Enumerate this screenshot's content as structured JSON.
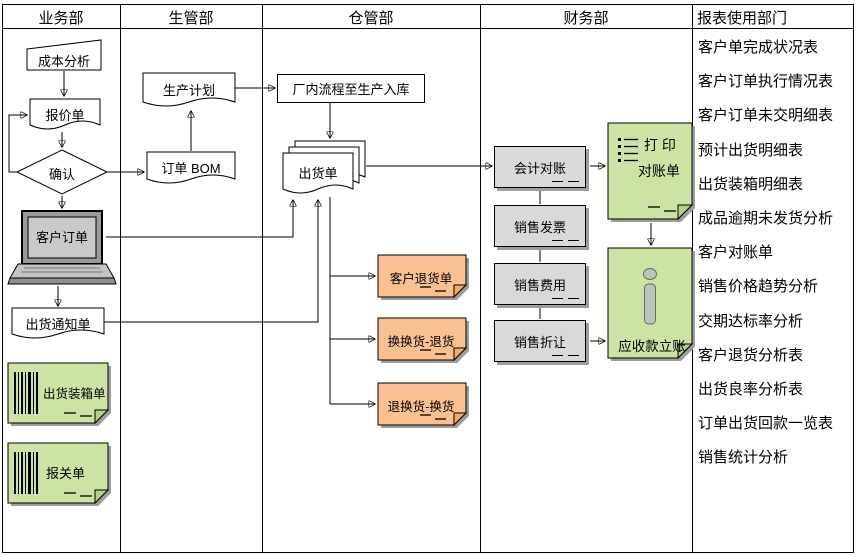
{
  "lanes": [
    {
      "title": "业务部"
    },
    {
      "title": "生管部"
    },
    {
      "title": "仓管部"
    },
    {
      "title": "财务部"
    },
    {
      "title": "报表使用部门"
    }
  ],
  "nodes": {
    "cost_analysis": "成本分析",
    "quotation": "报价单",
    "confirm": "确认",
    "order_bom": "订单 BOM",
    "production_plan": "生产计划",
    "factory_process": "厂内流程至生产入库",
    "shipping_order": "出货单",
    "customer_order": "客户订单",
    "shipping_notice": "出货通知单",
    "packing_list": "出货装箱单",
    "customs_declaration": "报关单",
    "customer_return_note": "客户退货单",
    "exchange_return_note": "换换货-退货",
    "return_exchange_note": "退换货-换货",
    "accounting_reconciliation": "会计对账",
    "sales_invoice": "销售发票",
    "sales_expense": "销售费用",
    "sales_allowance": "销售折让",
    "print_label": "打 印",
    "statement_label": "对账单",
    "ar_posting": "应收款立账"
  },
  "reports": [
    "客户单完成状况表",
    "客户订单执行情况表",
    "客户订单未交明细表",
    "预计出货明细表",
    "出货装箱明细表",
    "成品逾期未发货分析",
    "客户对账单",
    "销售价格趋势分析",
    "交期达标率分析",
    "客户退货分析表",
    "出货良率分析表",
    "订单出货回款一览表",
    "销售统计分析"
  ],
  "icons": {
    "barcode": "barcode-icon",
    "document_list": "list-icon",
    "info": "info-icon",
    "laptop": "laptop-icon"
  },
  "colors": {
    "note_green": "#cde3a4",
    "note_orange": "#fac090",
    "process_gray": "#d9d9d9",
    "shadow": "#9e9e9e"
  }
}
